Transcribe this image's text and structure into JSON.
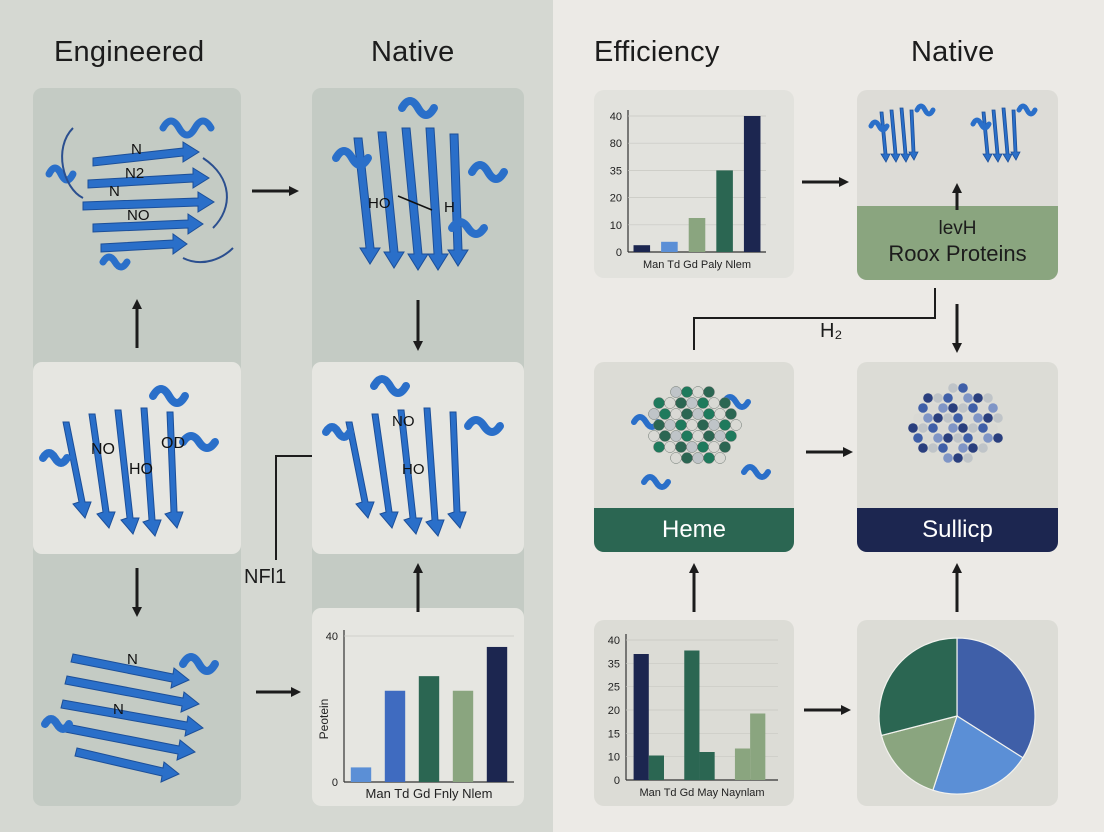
{
  "headings": {
    "engineered": "Engineered",
    "native_left": "Native",
    "efficiency": "Efficiency",
    "native_right": "Native"
  },
  "protein_labels": {
    "top_left": [
      "N",
      "N2",
      "N",
      "NO"
    ],
    "top_mid": [
      "HO",
      "H"
    ],
    "mid_left": [
      "NO",
      "HO",
      "OD"
    ],
    "mid_mid": [
      "NO",
      "HO"
    ],
    "bottom_left": [
      "N",
      "N"
    ]
  },
  "connector_labels": {
    "nfi": "NFl1",
    "h2": "H₂"
  },
  "bands": {
    "roox_line1": "levH",
    "roox_line2": "Roox Proteins",
    "heme": "Heme",
    "sullicp": "Sullicp"
  },
  "colors": {
    "protein_blue": "#2a6fc9",
    "dark_green": "#2b6652",
    "navy": "#1c2650",
    "sage": "#8aa57f",
    "light_blue": "#5b8fd6",
    "medium_blue": "#3f6bc0"
  },
  "chart_data": [
    {
      "type": "bar",
      "title": "",
      "ylabel": "",
      "categories": [
        "Man",
        "Td",
        "Gd",
        "Pay",
        "Nlem"
      ],
      "category_labels": "Man  Td   Gd  Paly Nlem",
      "yticks": [
        "0",
        "10",
        "20",
        "35",
        "80",
        "40"
      ],
      "values": [
        2,
        3,
        10,
        24,
        40
      ],
      "colors": [
        "#1c2650",
        "#5b8fd6",
        "#8aa57f",
        "#2b6652",
        "#1c2650"
      ],
      "ylim": [
        0,
        40
      ]
    },
    {
      "type": "bar",
      "title": "",
      "ylabel": "Peotein",
      "categories": [
        "Man",
        "Td",
        "Gd",
        "Fny",
        "Nlem"
      ],
      "category_labels": "Man   Td    Gd   Fnly  Nlem",
      "yticks": [
        "0",
        "40"
      ],
      "values": [
        4,
        25,
        29,
        25,
        37
      ],
      "colors": [
        "#5b8fd6",
        "#3f6bc0",
        "#2b6652",
        "#8aa57f",
        "#1c2650"
      ],
      "ylim": [
        0,
        40
      ]
    },
    {
      "type": "bar",
      "title": "",
      "ylabel": "",
      "categories": [
        "Man",
        "Td",
        "Gd",
        "May",
        "Nay"
      ],
      "category_labels": "Man  Td   Gd  May  Naynlam",
      "yticks": [
        "0",
        "10",
        "15",
        "20",
        "25",
        "35",
        "40"
      ],
      "series": [
        {
          "values": [
            36,
            37,
            9
          ]
        },
        {
          "values": [
            7,
            8,
            19
          ]
        }
      ],
      "colors": [
        "#1c2650",
        "#2b6652",
        "#8aa57f"
      ],
      "ylim": [
        0,
        40
      ]
    },
    {
      "type": "pie",
      "values": [
        34,
        21,
        16,
        29
      ],
      "colors": [
        "#3f5fa8",
        "#5b8fd6",
        "#8aa57f",
        "#2b6652"
      ]
    }
  ]
}
